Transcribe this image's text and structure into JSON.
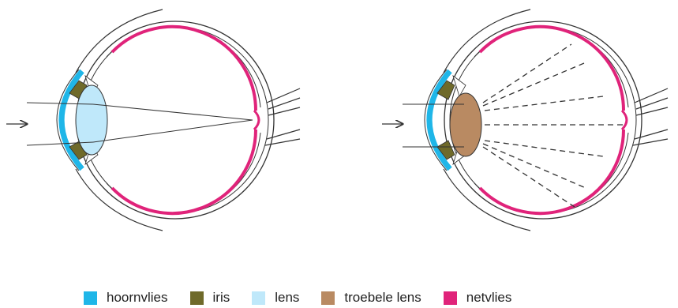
{
  "colors": {
    "hoornvlies": "#1fb6e8",
    "iris": "#6f6a2a",
    "lens": "#bfe8fa",
    "troebele_lens": "#b98a62",
    "netvlies": "#e0237a",
    "outline": "#333333"
  },
  "legend": [
    {
      "label": "hoornvlies",
      "color": "#1fb6e8"
    },
    {
      "label": "iris",
      "color": "#6f6a2a"
    },
    {
      "label": "lens",
      "color": "#bfe8fa"
    },
    {
      "label": "troebele lens",
      "color": "#b98a62"
    },
    {
      "label": "netvlies",
      "color": "#e0237a"
    }
  ],
  "eyes": [
    {
      "id": "normal-eye",
      "lens_fill": "lens",
      "light": "focused"
    },
    {
      "id": "cataract-eye",
      "lens_fill": "troebele_lens",
      "light": "scattered"
    }
  ],
  "arrow_glyph": "→"
}
